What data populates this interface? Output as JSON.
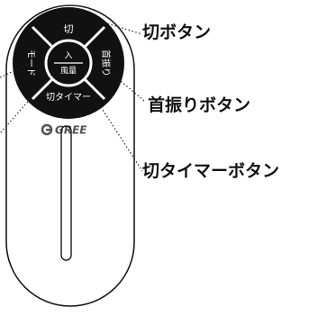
{
  "remote": {
    "buttons": {
      "top": "切",
      "left": "モード",
      "right": "首振り",
      "bottom": "切タイマー",
      "center_top": "入",
      "center_bottom": "風量"
    },
    "brand": "GREE"
  },
  "annotations": {
    "off_button": "切ボタン",
    "swing_button": "首振りボタン",
    "timer_button": "切タイマーボタン"
  },
  "colors": {
    "body": "#ffffff",
    "outline": "#1a1a1a",
    "button": "#111111",
    "button_text": "#ffffff",
    "brand": "#555555",
    "leader": "#222222"
  }
}
